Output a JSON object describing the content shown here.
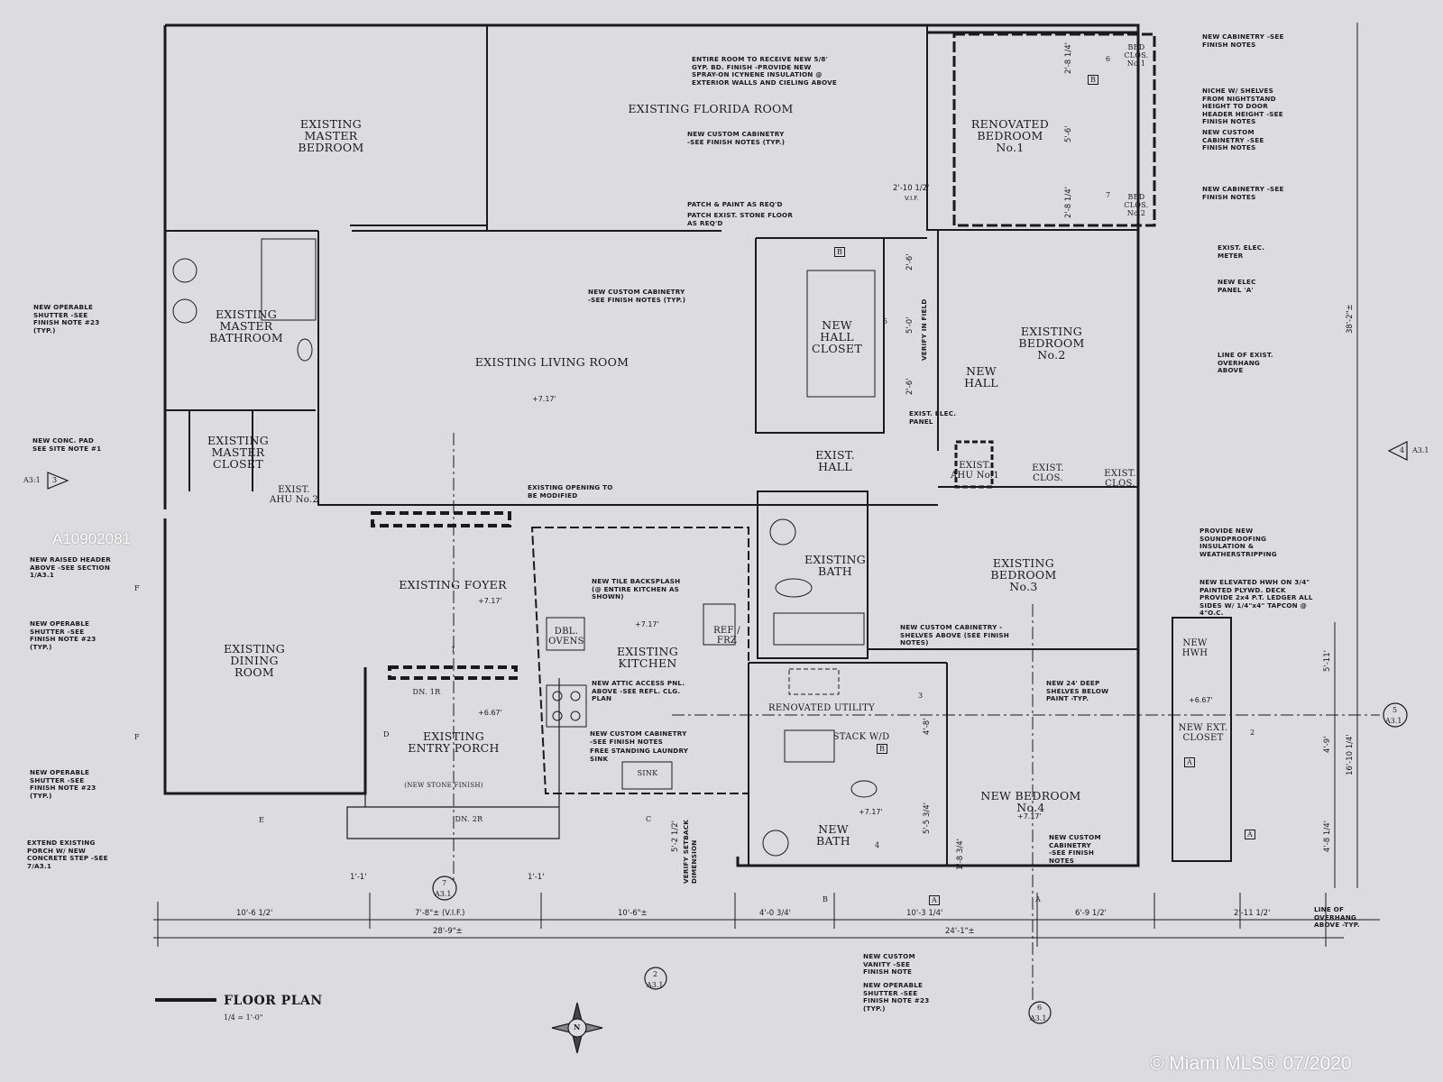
{
  "title": "FLOOR PLAN",
  "scale": "1/4 = 1'-0\"",
  "watermark_id": "A10902081",
  "copyright": "© Miami MLS® 07/2020",
  "colors": {
    "paper": "#dcdbe0",
    "ink": "#1a1a1e",
    "wall_fill": "#6e6e72"
  },
  "rooms": {
    "master_bedroom": "EXISTING\nMASTER\nBEDROOM",
    "florida_room": "EXISTING FLORIDA ROOM",
    "renovated_bedroom_1": "RENOVATED\nBEDROOM\nNo.1",
    "master_bathroom": "EXISTING\nMASTER\nBATHROOM",
    "living_room": "EXISTING LIVING ROOM",
    "hall_closet": "NEW\nHALL\nCLOSET",
    "new_hall": "NEW\nHALL",
    "bedroom_2": "EXISTING\nBEDROOM\nNo.2",
    "master_closet": "EXISTING\nMASTER\nCLOSET",
    "ahu_2": "EXIST.\nAHU No.2",
    "exist_hall": "EXIST.\nHALL",
    "ahu_1": "EXIST.\nAHU No.1",
    "exist_clos_1": "EXIST.\nCLOS.",
    "exist_clos_2": "EXIST.\nCLOS.",
    "foyer": "EXISTING FOYER",
    "dining_room": "EXISTING\nDINING\nROOM",
    "dbl_ovens": "DBL.\nOVENS",
    "kitchen": "EXISTING\nKITCHEN",
    "ref_frz": "REF /\nFRZ",
    "exist_bath": "EXISTING\nBATH",
    "bedroom_3": "EXISTING\nBEDROOM\nNo.3",
    "new_hwh": "NEW\nHWH",
    "renovated_utility": "RENOVATED UTILITY",
    "stack_wd": "STACK W/D",
    "entry_porch": "EXISTING\nENTRY PORCH",
    "new_stone": "(NEW STONE FINISH)",
    "new_ext_closet": "NEW EXT.\nCLOSET",
    "sink": "SINK",
    "new_bath": "NEW\nBATH",
    "new_bedroom_4": "NEW BEDROOM\nNo.4",
    "bed_clos_1": "BED\nCLOS.\nNo.1",
    "bed_clos_2": "BED\nCLOS.\nNo.2",
    "dn_1r": "DN. 1R",
    "dn_2r": "DN. 2R"
  },
  "notes": {
    "gyp_bd": "ENTIRE ROOM TO RECEIVE NEW 5/8'\nGYP. BD. FINISH -PROVIDE NEW\nSPRAY-ON ICYNENE INSULATION @\nEXTERIOR WALLS AND CIELING ABOVE",
    "cabinetry_florida": "NEW CUSTOM CABINETRY\n-SEE FINISH NOTES (TYP.)",
    "patch_paint": "PATCH & PAINT AS REQ'D",
    "patch_stone": "PATCH EXIST. STONE FLOOR\nAS REQ'D",
    "cabinetry_hall": "NEW CUSTOM CABINETRY\n-SEE FINISH NOTES (TYP.)",
    "cab_r1": "NEW CABINETRY -SEE\nFINISH NOTES",
    "niche": "NICHE W/ SHELVES\nFROM NIGHTSTAND\nHEIGHT TO DOOR\nHEADER HEIGHT -SEE\nFINISH NOTES",
    "cab_r2": "NEW CUSTOM\nCABINETRY -SEE\nFINISH NOTES",
    "cab_r3": "NEW CABINETRY -SEE\nFINISH NOTES",
    "elec_meter": "EXIST. ELEC.\nMETER",
    "elec_panel_a": "NEW ELEC\nPANEL 'A'",
    "overhang_r": "LINE OF EXIST.\nOVERHANG\nABOVE",
    "shutter_1": "NEW OPERABLE\nSHUTTER -SEE\nFINISH NOTE #23\n(TYP.)",
    "conc_pad": "NEW CONC. PAD\nSEE SITE NOTE #1",
    "exist_elec_panel": "EXIST. ELEC.\nPANEL",
    "existing_opening": "EXISTING OPENING TO\nBE MODIFIED",
    "raised_header": "NEW RAISED HEADER\nABOVE -SEE SECTION\n1/A3.1",
    "soundproof": "PROVIDE NEW\nSOUNDPROOFING\nINSULATION &\nWEATHERSTRIPPING",
    "backsplash": "NEW TILE BACKSPLASH\n(@ ENTIRE KITCHEN AS\nSHOWN)",
    "hwh": "NEW ELEVATED HWH ON 3/4\"\nPAINTED PLYWD. DECK\nPROVIDE 2x4 P.T. LEDGER ALL\nSIDES W/ 1/4\"x4\" TAPCON @\n4\"O.C.",
    "shutter_2": "NEW OPERABLE\nSHUTTER -SEE\nFINISH NOTE #23\n(TYP.)",
    "cab_shelves": "NEW CUSTOM CABINETRY -\nSHELVES ABOVE (SEE FINISH\nNOTES)",
    "attic": "NEW ATTIC ACCESS PNL.\nABOVE -SEE REFL. CLG.\nPLAN",
    "deep_shelves": "NEW 24' DEEP\nSHELVES BELOW\nPAINT -TYP.",
    "cab_utility": "NEW CUSTOM CABINETRY\n-SEE FINISH NOTES",
    "laundry_sink": "FREE STANDING LAUNDRY\nSINK",
    "shutter_3": "NEW OPERABLE\nSHUTTER -SEE\nFINISH NOTE #23\n(TYP.)",
    "extend_porch": "EXTEND EXISTING\nPORCH W/ NEW\nCONCRETE STEP -SEE\n7/A3.1",
    "cab_bed4": "NEW CUSTOM\nCABINETRY\n-SEE FINISH\nNOTES",
    "vanity": "NEW CUSTOM\nVANITY -SEE\nFINISH NOTE",
    "shutter_4": "NEW OPERABLE\nSHUTTER -SEE\nFINISH NOTE #23\n(TYP.)",
    "overhang_b": "LINE OF\nOVERHANG\nABOVE -TYP.",
    "verify_setback": "VERIFY SETBACK\nDIMENSION",
    "verify_field": "VERIFY IN FIELD"
  },
  "dimensions": {
    "d1": "10'-6 1/2'",
    "d2": "7'-8\"± (V.I.F.)",
    "d3": "10'-6\"±",
    "d4": "4'-0 3/4'",
    "d5": "10'-3 1/4'",
    "d6": "6'-9 1/2'",
    "d7": "2'-11 1/2'",
    "total_left": "28'-9\"±",
    "total_right": "24'-1\"±",
    "overall_right": "38'-2\"±",
    "r_16": "16'-10 1/4'",
    "r_4_9": "4'-9'",
    "r_5_11": "5'-11'",
    "r_4_8": "4'-8 1/4'",
    "vif": "2'-10 1/2'",
    "vif_label": "V.I.F.",
    "b1_2_8a": "2'-8 1/4'",
    "b1_5_6": "5'-6'",
    "b1_2_8b": "2'-8 1/4'",
    "hc_2_6a": "2'-6'",
    "hc_5_0": "5'-0'",
    "hc_2_6b": "2'-6'",
    "p1": "1'-1'",
    "p2": "1'-1'",
    "setback": "5'-2 1/2'",
    "nb_5_5": "5'-5 3/4'",
    "nb_1_8": "1'-8 3/4'",
    "nb_4_8": "4'-8'"
  },
  "elevations": {
    "living": "+7.17'",
    "foyer": "+7.17'",
    "kitchen": "+7.17'",
    "porch": "+6.67'",
    "bath": "+7.17'",
    "bedroom4": "+7.17'",
    "ext": "+6.67'"
  },
  "section_markers": {
    "s3": {
      "sheet": "A3:1",
      "num": "3"
    },
    "s4": {
      "sheet": "A3.1",
      "num": "4"
    },
    "s5": {
      "sheet": "A3.1",
      "num": "5"
    },
    "s7": {
      "sheet": "A3.1",
      "num": "7"
    },
    "s2": {
      "sheet": "A3.1",
      "num": "2"
    },
    "s6": {
      "sheet": "A3.1",
      "num": "6"
    }
  },
  "tags": {
    "b": "B",
    "a": "A",
    "c": "C",
    "d": "D",
    "e": "E",
    "f": "F",
    "n1": "1",
    "n2": "2",
    "n3": "3",
    "n4": "4",
    "n5": "5",
    "n6": "6",
    "n7": "7",
    "compass": "N"
  }
}
